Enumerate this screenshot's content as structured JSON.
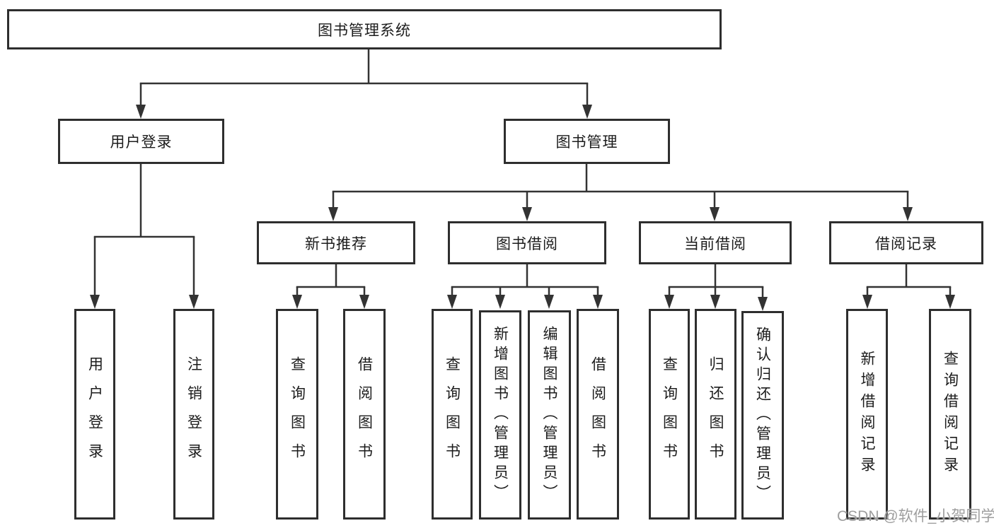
{
  "diagram_title": "图书管理系统",
  "nodes": {
    "root": "图书管理系统",
    "user_login": "用户登录",
    "book_management": "图书管理",
    "new_book_recommend": "新书推荐",
    "book_borrowing": "图书借阅",
    "current_borrowing": "当前借阅",
    "borrowing_records": "借阅记录",
    "leaf_user_login": "用户登录",
    "leaf_logout": "注销登录",
    "rec_query_books": "查询图书",
    "rec_borrow_books": "借阅图书",
    "borrow_query_books": "查询图书",
    "borrow_add_books": "新增图书（管理员）",
    "borrow_edit_books": "编辑图书（管理员）",
    "borrow_borrow_books": "借阅图书",
    "current_query_books": "查询图书",
    "current_return_books": "归还图书",
    "current_confirm_return": "确认归还（管理员）",
    "records_add_record": "新增借阅记录",
    "records_query_record": "查询借阅记录"
  },
  "hierarchy": {
    "图书管理系统": {
      "用户登录": [
        "用户登录",
        "注销登录"
      ],
      "图书管理": {
        "新书推荐": [
          "查询图书",
          "借阅图书"
        ],
        "图书借阅": [
          "查询图书",
          "新增图书（管理员）",
          "编辑图书（管理员）",
          "借阅图书"
        ],
        "当前借阅": [
          "查询图书",
          "归还图书",
          "确认归还（管理员）"
        ],
        "借阅记录": [
          "新增借阅记录",
          "查询借阅记录"
        ]
      }
    }
  },
  "watermark": "CSDN @软件_小贺同学",
  "colors": {
    "line": "#333333",
    "border": "#2e2e2e",
    "text": "#1c1c1c",
    "background": "#ffffff",
    "watermark": "#9e9e9e"
  }
}
